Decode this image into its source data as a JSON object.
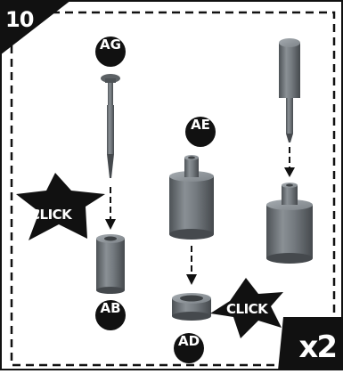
{
  "step": {
    "number": "10"
  },
  "quantity": {
    "multiplier": "x2"
  },
  "parts": {
    "ag": {
      "label": "AG"
    },
    "ae": {
      "label": "AE"
    },
    "ab": {
      "label": "AB"
    },
    "ad": {
      "label": "AD"
    }
  },
  "actions": {
    "click_left": "CLICK",
    "click_right": "CLICK"
  },
  "colors": {
    "ink": "#111111",
    "part_fill": "#6e7378",
    "part_dark": "#4a4e52",
    "part_light": "#9aa0a5",
    "background": "#ffffff"
  },
  "icons": [
    "arrow-down-icon",
    "star-burst-icon"
  ]
}
